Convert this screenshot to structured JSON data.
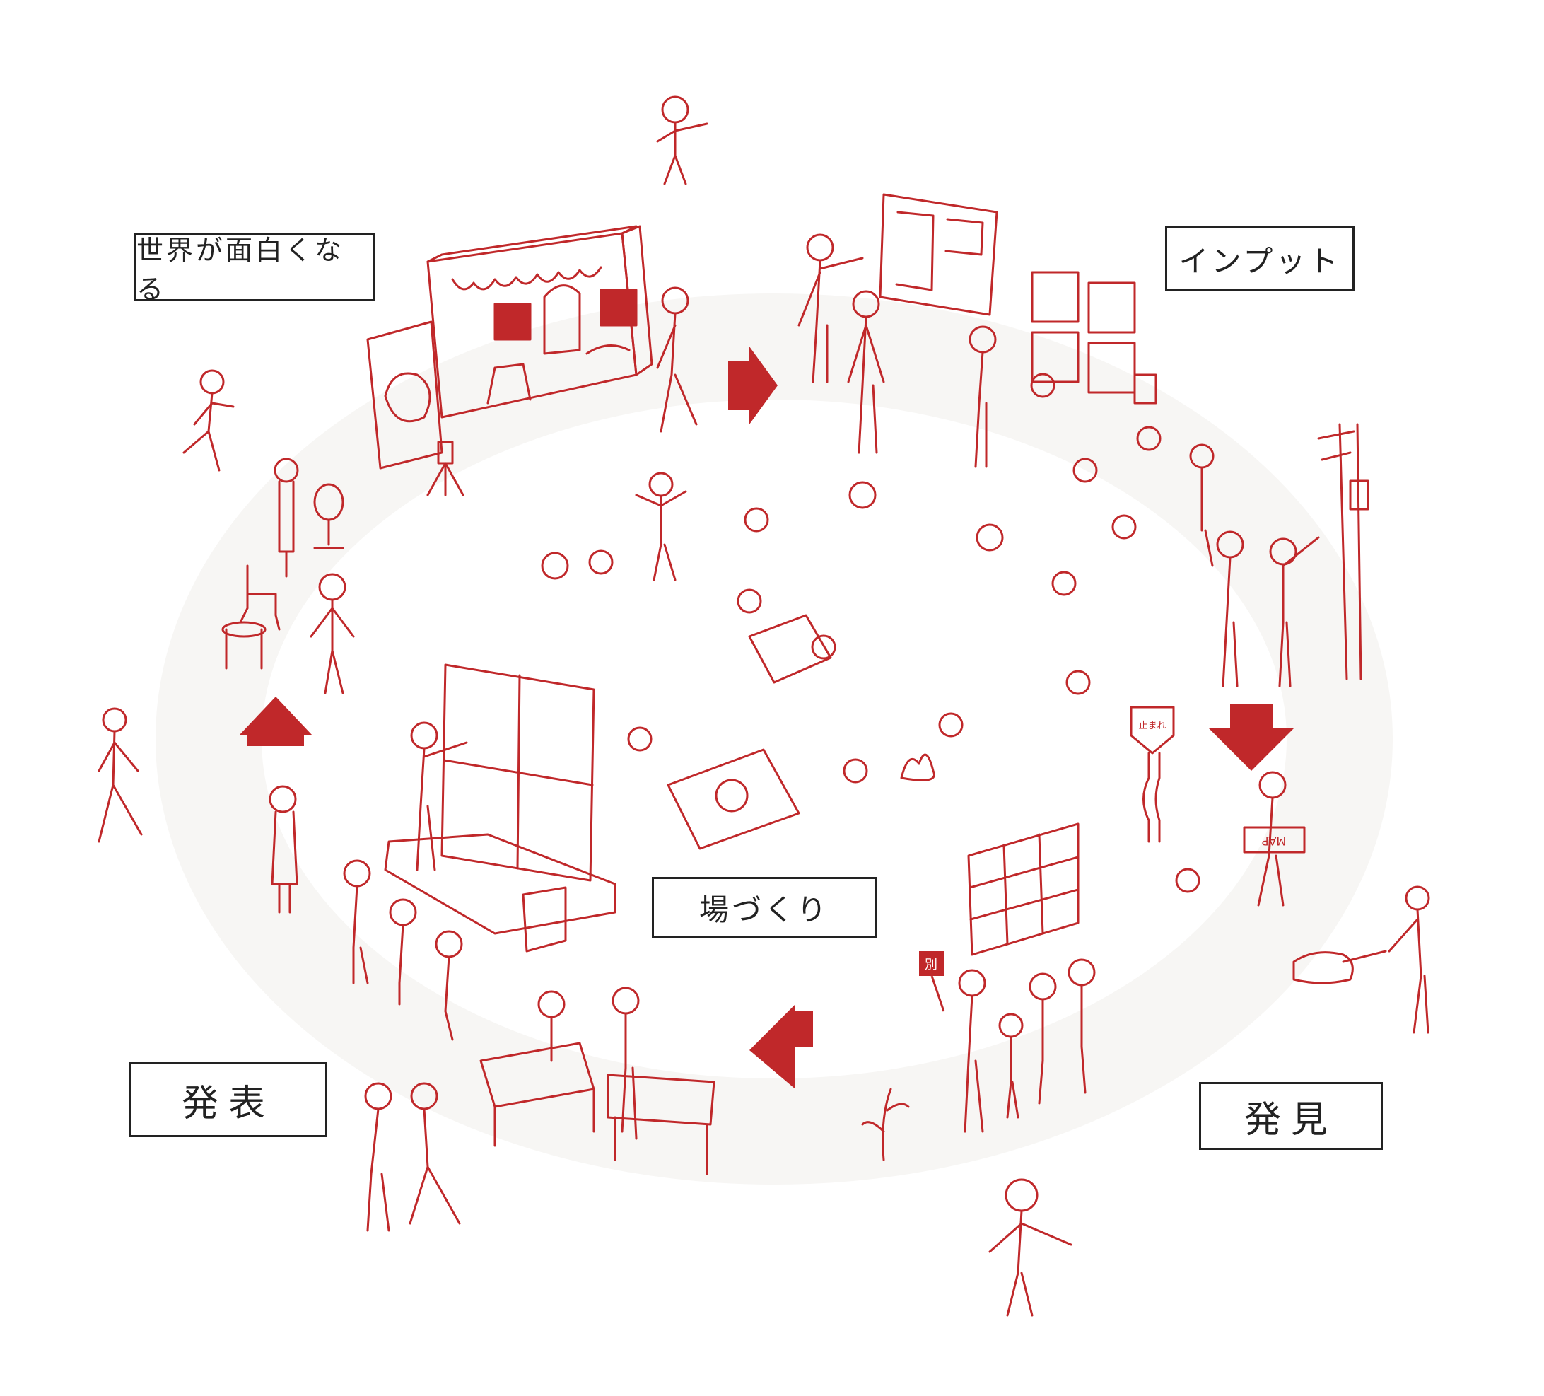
{
  "diagram": {
    "labels": {
      "top_left": "世界が面白くなる",
      "top_right": "インプット",
      "center": "場づくり",
      "bottom_left": "発表",
      "bottom_right": "発見"
    },
    "small_texts": {
      "map_sign": "MAP",
      "stop_sign": "止まれ",
      "flag": "別"
    },
    "colors": {
      "line": "#c0282a",
      "arrow": "#c0282a",
      "ring": "#f7f6f4",
      "label_border": "#222222",
      "background": "#ffffff"
    },
    "flow_arrows": [
      "right",
      "down",
      "left",
      "up"
    ]
  }
}
